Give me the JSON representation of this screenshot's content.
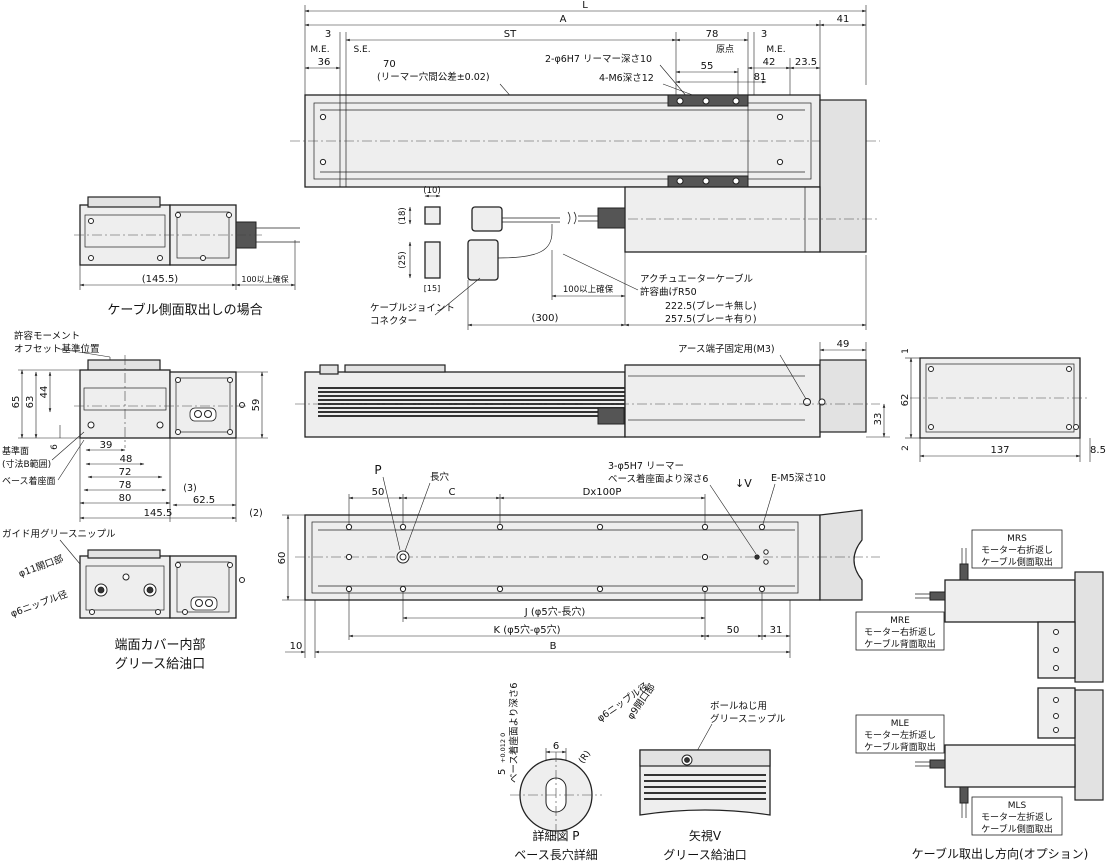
{
  "dims_top": {
    "L": "L",
    "A": "A",
    "d41": "41",
    "d3a": "3",
    "ST": "ST",
    "d78": "78",
    "d3b": "3",
    "me1": "M.E.",
    "se": "S.E.",
    "genten": "原点",
    "me2": "M.E.",
    "d36": "36",
    "d55": "55",
    "d42": "42",
    "d235": "23.5",
    "d81": "81",
    "d70": "70",
    "reamer_tol": "(リーマー穴間公差±0.02)",
    "ream_hole": "2-φ6H7 リーマー深さ10",
    "m6": "4-M6深さ12"
  },
  "cable": {
    "d10": "(10)",
    "d18": "(18)",
    "d25": "(25)",
    "d15": "[15]",
    "d100": "100以上確保",
    "actuator": "アクチュエーターケーブル",
    "bend": "許容曲げR50",
    "joint1": "ケーブルジョイント",
    "joint2": "コネクター",
    "d300": "(300)",
    "brake1": "222.5(ブレーキ無し)",
    "brake2": "257.5(ブレーキ有り)"
  },
  "side_exit": {
    "d1455": "(145.5)",
    "d100": "100以上確保",
    "caption": "ケーブル側面取出しの場合"
  },
  "end_view": {
    "moment1": "許容モーメント",
    "moment2": "オフセット基準位置",
    "d65": "65",
    "d63": "63",
    "d44": "44",
    "d59": "59",
    "d6": "6",
    "kijun1": "基準面",
    "kijun2": "(寸法B範囲)",
    "base": "ベース着座面",
    "d39": "39",
    "d48": "48",
    "d72": "72",
    "d78": "78",
    "d80": "80",
    "d3": "(3)",
    "d625": "62.5",
    "d1455": "145.5",
    "d2": "(2)"
  },
  "side_view": {
    "earth": "アース端子固定用(M3)",
    "d49": "49",
    "d33": "33"
  },
  "motor_end": {
    "d1": "1",
    "d62": "62",
    "d2": "2",
    "d137": "137",
    "d85": "8.5"
  },
  "bottom_view": {
    "P": "P",
    "d50a": "50",
    "slot": "長穴",
    "C": "C",
    "Dx100P": "Dx100P",
    "reamer3": "3-φ5H7 リーマー",
    "reamer3b": "ベース着座面より深さ6",
    "V": "↓V",
    "em5": "E-M5深さ10",
    "d60": "60",
    "J": "J (φ5穴-長穴)",
    "K": "K (φ5穴-φ5穴)",
    "d50b": "50",
    "d31": "31",
    "d10": "10",
    "B": "B"
  },
  "grease": {
    "nipple": "ガイド用グリースニップル",
    "d11": "φ11開口部",
    "d6": "φ6ニップル径",
    "caption1": "端面カバー内部",
    "caption2": "グリース給油口"
  },
  "detail_p": {
    "depth": "5",
    "tol": "+0.012 0",
    "depth_label": "ベース着座面より深さ6",
    "d6": "6",
    "R": "(R)",
    "caption1": "詳細図 P",
    "caption2": "ベース長穴詳細"
  },
  "view_v": {
    "ball": "ボールねじ用",
    "ballnip": "グリースニップル",
    "d9": "φ9開口部",
    "d6": "φ6ニップル径",
    "caption1": "矢視V",
    "caption2": "グリース給油口"
  },
  "options": {
    "mrs_code": "MRS",
    "mrs_l1": "モーター右折返し",
    "mrs_l2": "ケーブル側面取出",
    "mre_code": "MRE",
    "mre_l1": "モーター右折返し",
    "mre_l2": "ケーブル背面取出",
    "mle_code": "MLE",
    "mle_l1": "モーター左折返し",
    "mle_l2": "ケーブル背面取出",
    "mls_code": "MLS",
    "mls_l1": "モーター左折返し",
    "mls_l2": "ケーブル側面取出",
    "caption": "ケーブル取出し方向(オプション)"
  }
}
